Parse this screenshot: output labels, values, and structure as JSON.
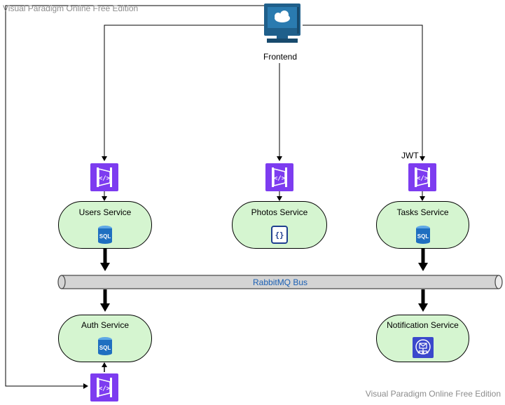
{
  "watermarks": {
    "top": "Visual Paradigm Online Free Edition",
    "bottom": "Visual Paradigm Online Free Edition"
  },
  "frontend": {
    "label": "Frontend",
    "icon": "cloud-monitor-icon"
  },
  "jwt_label": "JWT",
  "bus": {
    "label": "RabbitMQ Bus"
  },
  "services": {
    "users": {
      "name": "Users Service",
      "icon": "sql-database-icon",
      "icon_text": "SQL"
    },
    "photos": {
      "name": "Photos Service",
      "icon": "json-document-icon",
      "icon_text": "{}"
    },
    "tasks": {
      "name": "Tasks Service",
      "icon": "sql-database-icon",
      "icon_text": "SQL"
    },
    "auth": {
      "name": "Auth Service",
      "icon": "sql-database-icon",
      "icon_text": "SQL"
    },
    "notification": {
      "name": "Notification Service",
      "icon": "sns-notification-icon"
    }
  },
  "gateways": {
    "icon": "api-gateway-icon"
  },
  "colors": {
    "service_fill": "#d5f5d0",
    "gateway_fill": "#7d3cf0",
    "bus_fill": "#d4d4d4",
    "bus_text": "#1a5fb4",
    "db_blue": "#1f6fc0",
    "frontend_blue": "#1f5f8b",
    "notification_blue": "#3b48cc"
  }
}
